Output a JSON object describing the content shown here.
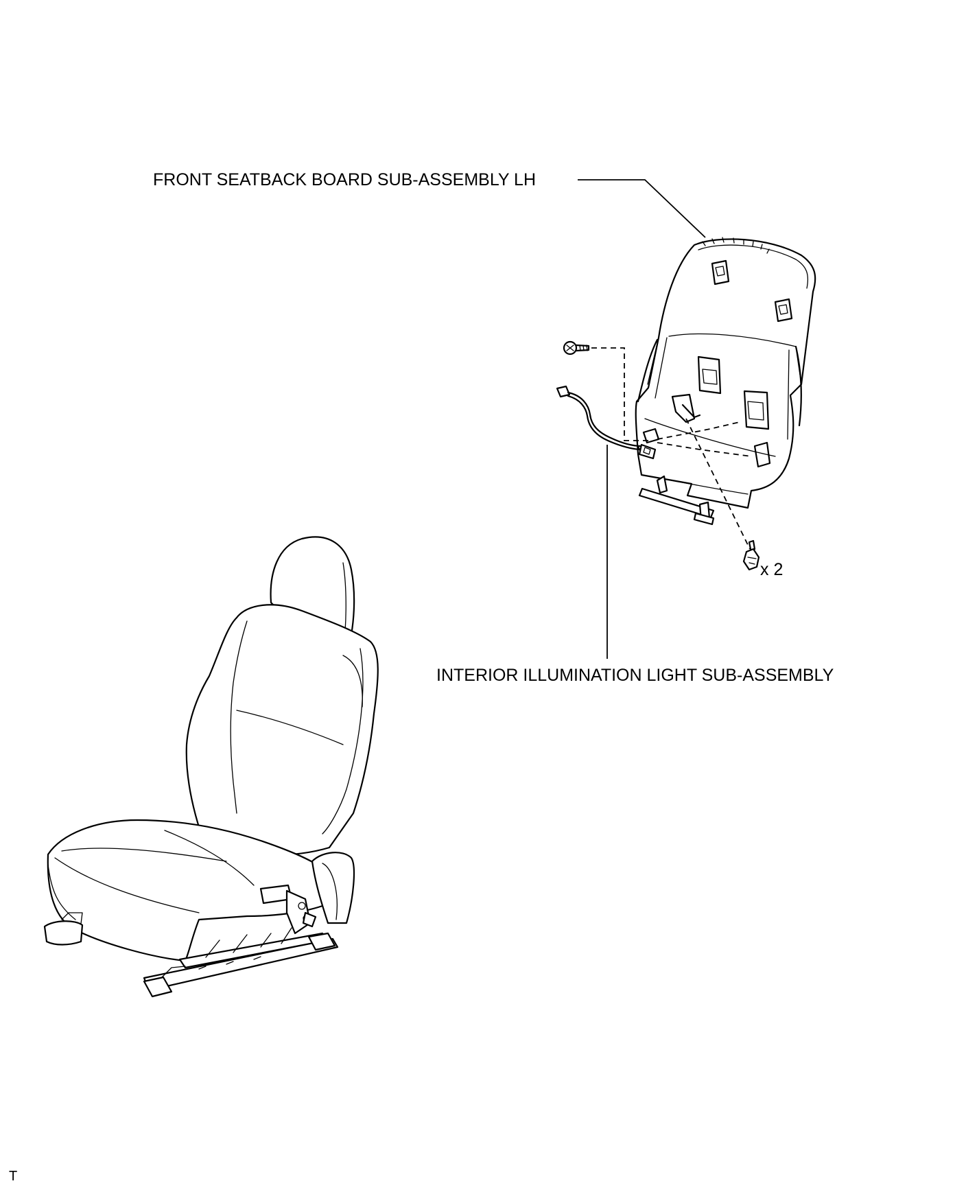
{
  "labels": {
    "seatback_board": "FRONT SEATBACK BOARD SUB-ASSEMBLY LH",
    "illumination_light": "INTERIOR ILLUMINATION LIGHT SUB-ASSEMBLY",
    "clip_quantity": "x 2",
    "corner_code": "T"
  },
  "icons": {
    "screw": "screw-icon",
    "clip": "clip-icon"
  }
}
